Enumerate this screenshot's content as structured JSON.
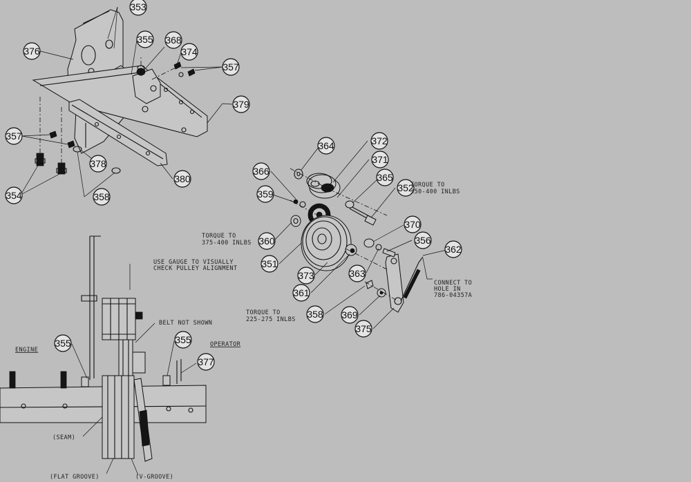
{
  "callouts": [
    {
      "id": "353"
    },
    {
      "id": "355a"
    },
    {
      "id": "368"
    },
    {
      "id": "374"
    },
    {
      "id": "376"
    },
    {
      "id": "357a"
    },
    {
      "id": "379"
    },
    {
      "id": "357b"
    },
    {
      "id": "378"
    },
    {
      "id": "380"
    },
    {
      "id": "354"
    },
    {
      "id": "358a"
    },
    {
      "id": "364"
    },
    {
      "id": "372"
    },
    {
      "id": "371"
    },
    {
      "id": "366"
    },
    {
      "id": "365"
    },
    {
      "id": "352"
    },
    {
      "id": "359"
    },
    {
      "id": "370"
    },
    {
      "id": "360"
    },
    {
      "id": "356"
    },
    {
      "id": "362"
    },
    {
      "id": "351"
    },
    {
      "id": "363"
    },
    {
      "id": "373"
    },
    {
      "id": "361"
    },
    {
      "id": "358b"
    },
    {
      "id": "369"
    },
    {
      "id": "375"
    },
    {
      "id": "355b"
    },
    {
      "id": "355c"
    },
    {
      "id": "377"
    }
  ],
  "labels": {
    "353": "353",
    "355": "355",
    "368": "368",
    "374": "374",
    "376": "376",
    "357": "357",
    "379": "379",
    "378": "378",
    "380": "380",
    "354": "354",
    "358": "358",
    "364": "364",
    "372": "372",
    "371": "371",
    "366": "366",
    "365": "365",
    "352": "352",
    "359": "359",
    "370": "370",
    "360": "360",
    "356": "356",
    "362": "362",
    "351": "351",
    "363": "363",
    "373": "373",
    "361": "361",
    "369": "369",
    "375": "375",
    "377": "377"
  },
  "notes": {
    "torque_352_l1": "TORQUE TO",
    "torque_352_l2": "350-400 INLBS",
    "connect_l1": "CONNECT TO",
    "connect_l2": "HOLE IN",
    "connect_l3": "786-04357A",
    "torque_mid_l1": "TORQUE TO",
    "torque_mid_l2": "375-400 INLBS",
    "torque_low_l1": "TORQUE TO",
    "torque_low_l2": "225-275 INLBS",
    "gauge_l1": "USE GAUGE TO VISUALLY",
    "gauge_l2": "CHECK PULLEY ALIGNMENT",
    "belt": "BELT NOT SHOWN",
    "engine": "ENGINE",
    "operator": "OPERATOR",
    "seam": "(SEAM)",
    "flat_groove": "(FLAT GROOVE)",
    "v_groove": "(V-GROOVE)"
  }
}
